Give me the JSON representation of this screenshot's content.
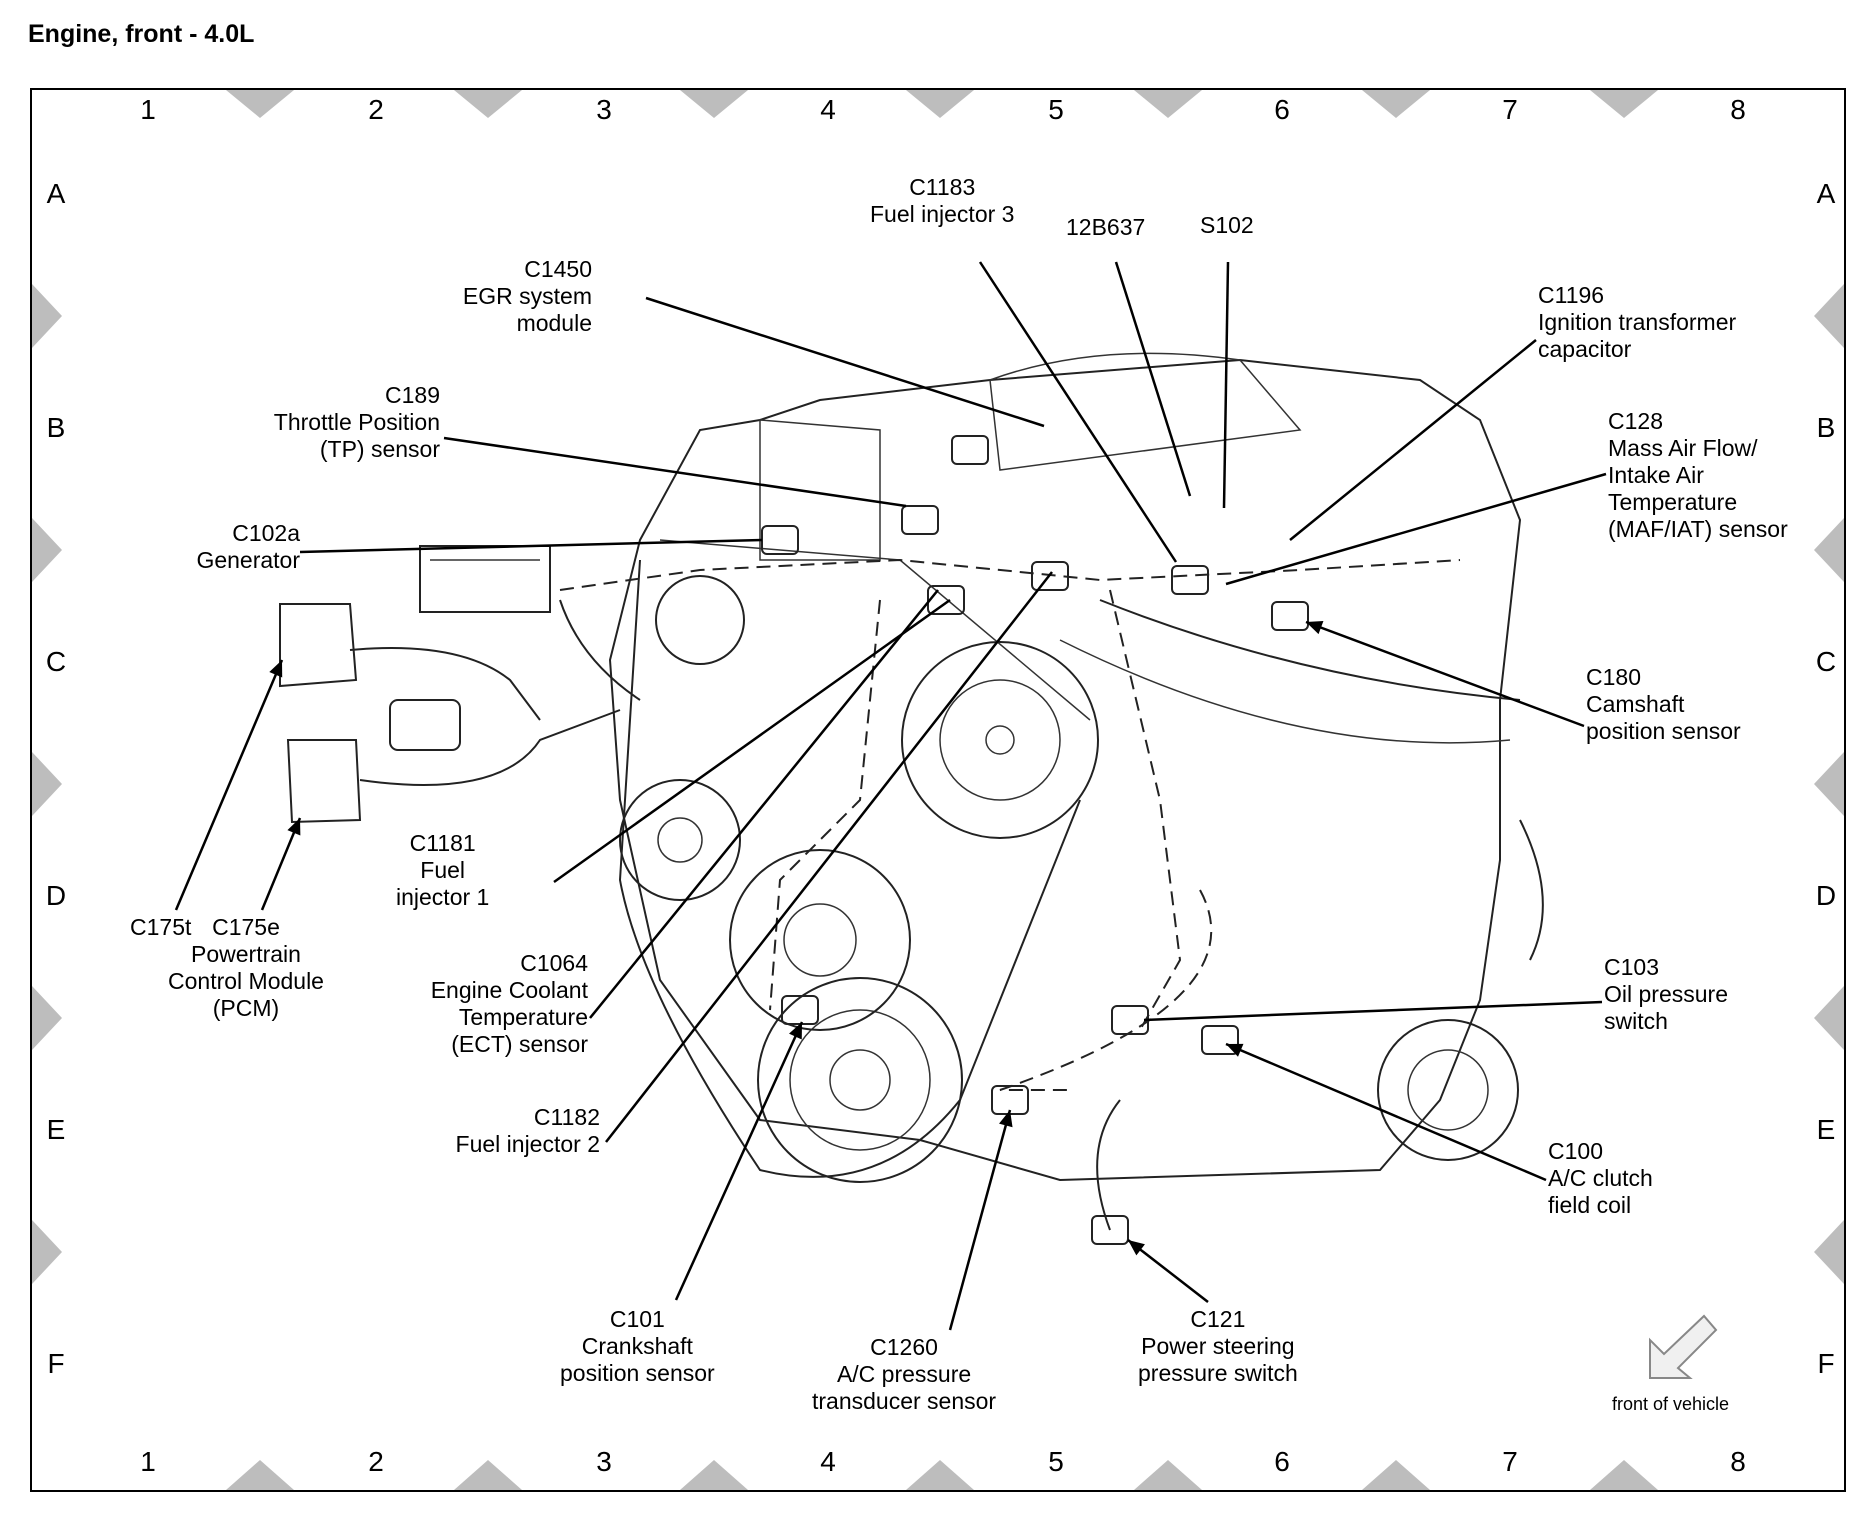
{
  "title": "Engine, front - 4.0L",
  "grid": {
    "columns": [
      "1",
      "2",
      "3",
      "4",
      "5",
      "6",
      "7",
      "8"
    ],
    "rows": [
      "A",
      "B",
      "C",
      "D",
      "E",
      "F"
    ]
  },
  "callouts": [
    {
      "id": "c1183",
      "lines": [
        "C1183",
        "Fuel injector 3"
      ]
    },
    {
      "id": "12b637",
      "lines": [
        "12B637"
      ]
    },
    {
      "id": "s102",
      "lines": [
        "S102"
      ]
    },
    {
      "id": "c1450",
      "lines": [
        "C1450",
        "EGR system",
        "module"
      ]
    },
    {
      "id": "c1196",
      "lines": [
        "C1196",
        "Ignition transformer",
        "capacitor"
      ]
    },
    {
      "id": "c189",
      "lines": [
        "C189",
        "Throttle Position",
        "(TP) sensor"
      ]
    },
    {
      "id": "c128",
      "lines": [
        "C128",
        "Mass Air Flow/",
        "Intake Air",
        "Temperature",
        "(MAF/IAT) sensor"
      ]
    },
    {
      "id": "c102a",
      "lines": [
        "C102a",
        "Generator"
      ]
    },
    {
      "id": "c180",
      "lines": [
        "C180",
        "Camshaft",
        "position sensor"
      ]
    },
    {
      "id": "c1181",
      "lines": [
        "C1181",
        "Fuel",
        "injector 1"
      ]
    },
    {
      "id": "c175t",
      "lines": [
        "C175t"
      ]
    },
    {
      "id": "c175e",
      "lines": [
        "C175e",
        "Powertrain",
        "Control Module",
        "(PCM)"
      ]
    },
    {
      "id": "c1064",
      "lines": [
        "C1064",
        "Engine Coolant",
        "Temperature",
        "(ECT) sensor"
      ]
    },
    {
      "id": "c103",
      "lines": [
        "C103",
        "Oil pressure",
        "switch"
      ]
    },
    {
      "id": "c1182",
      "lines": [
        "C1182",
        "Fuel injector 2"
      ]
    },
    {
      "id": "c100",
      "lines": [
        "C100",
        "A/C clutch",
        "field coil"
      ]
    },
    {
      "id": "c101",
      "lines": [
        "C101",
        "Crankshaft",
        "position sensor"
      ]
    },
    {
      "id": "c1260",
      "lines": [
        "C1260",
        "A/C pressure",
        "transducer sensor"
      ]
    },
    {
      "id": "c121",
      "lines": [
        "C121",
        "Power steering",
        "pressure switch"
      ]
    }
  ],
  "front_of_vehicle": "front of vehicle",
  "colors": {
    "line": "#000000",
    "marker": "#bdbdbd"
  }
}
